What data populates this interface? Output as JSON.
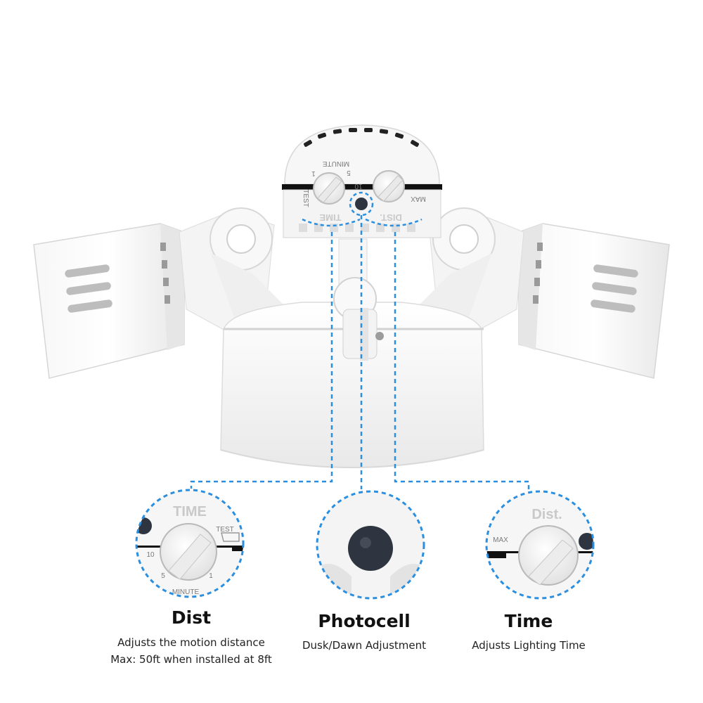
{
  "photo": {
    "sensor_time_label": "TIME",
    "sensor_dist_label": "DIST.",
    "sensor_minute_label": "MINUTE",
    "sensor_test_label": "TEST",
    "sensor_max_label": "MAX",
    "tick_10": "10",
    "tick_5": "5",
    "tick_1": "1"
  },
  "zoom_time": {
    "label": "TIME",
    "test": "TEST",
    "minute": "MINUTE",
    "tick_10": "10",
    "tick_5": "5",
    "tick_1": "1"
  },
  "zoom_dist": {
    "label": "Dist.",
    "max": "MAX"
  },
  "callouts": [
    {
      "title": "Dist",
      "desc_line1": "Adjusts the motion distance",
      "desc_line2": "Max: 50ft when installed at 8ft"
    },
    {
      "title": "Photocell",
      "desc_line1": "Dusk/Dawn Adjustment"
    },
    {
      "title": "Time",
      "desc_line1": "Adjusts Lighting Time"
    }
  ],
  "colors": {
    "accent_dashed": "#2a8fe0",
    "product_white": "#f2f2f2",
    "shadow_grey": "#d9d9d9"
  }
}
